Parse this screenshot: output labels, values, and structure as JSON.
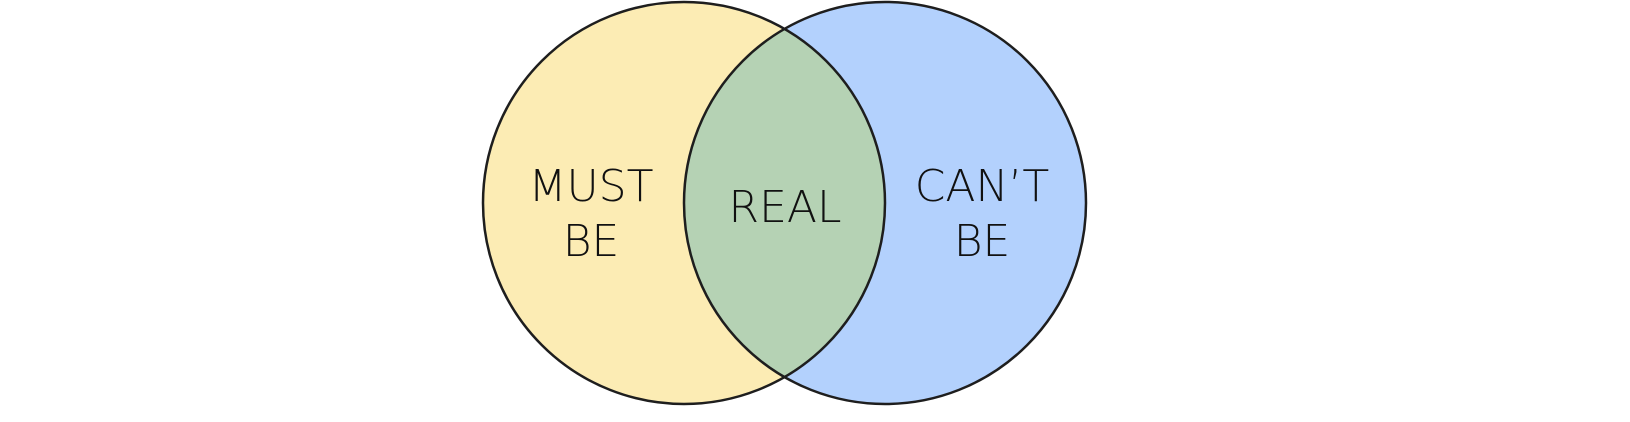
{
  "diagram": {
    "type": "venn",
    "sets": [
      {
        "id": "left",
        "label_lines": [
          "MUST",
          "BE"
        ],
        "color": "#fcecb4"
      },
      {
        "id": "right",
        "label_lines": [
          "CAN’T",
          "BE"
        ],
        "color": "#b3d1fd"
      }
    ],
    "intersection": {
      "label": "REAL",
      "color": "#b5d2b4"
    },
    "stroke_color": "#1e1e1e"
  }
}
